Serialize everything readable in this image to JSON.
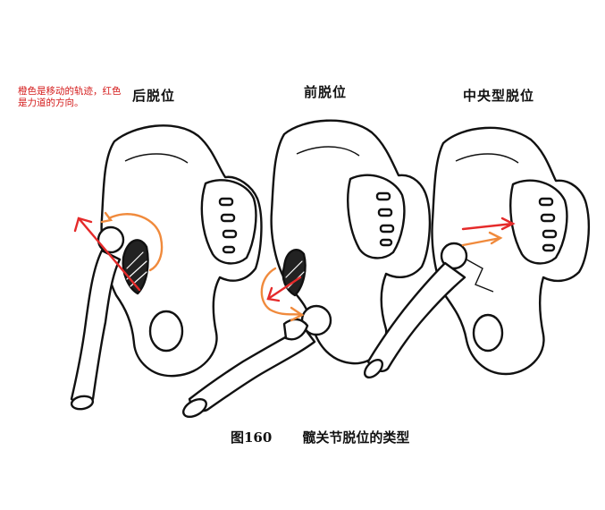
{
  "note": "橙色是移动的轨迹，红色是力道的方向。",
  "panels": [
    {
      "title": "后脱位"
    },
    {
      "title": "前脱位"
    },
    {
      "title": "中央型脱位"
    }
  ],
  "caption": {
    "figure": "图160",
    "text": "髋关节脱位的类型"
  },
  "colors": {
    "motion_track": "#f08a3c",
    "force_direction": "#e52a2a"
  }
}
